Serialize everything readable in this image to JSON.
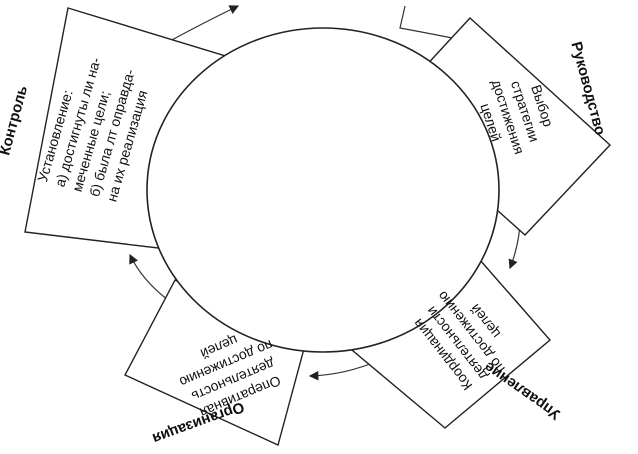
{
  "diagram": {
    "stages": [
      {
        "id": "rukovodstvo",
        "heading": "Руководство",
        "lines": [
          "Выбор",
          "стратегии",
          "достижения",
          "целей"
        ]
      },
      {
        "id": "upravlenie",
        "heading": "Управление",
        "lines": [
          "Координация",
          "деятельности",
          "по достижению",
          "целей"
        ]
      },
      {
        "id": "organizatsiya",
        "heading": "Организация",
        "lines": [
          "Оперативная",
          "деятельность",
          "по достижению",
          "целей"
        ]
      },
      {
        "id": "kontrol",
        "heading": "Контроль",
        "lines": [
          "Установление:",
          "а) достигнуты ли на-",
          "меченные цели;",
          "б) была лт оправда-",
          "на их реализация"
        ]
      }
    ]
  }
}
